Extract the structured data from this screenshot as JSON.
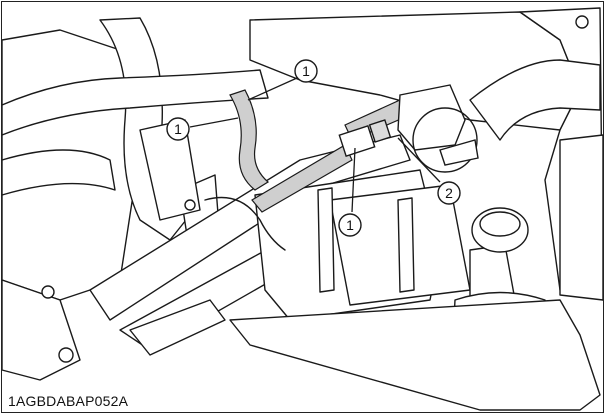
{
  "figure": {
    "code": "1AGBDABAP052A",
    "callouts": [
      {
        "id": "callout-1-top",
        "label": "1"
      },
      {
        "id": "callout-1-left",
        "label": "1"
      },
      {
        "id": "callout-1-bottom",
        "label": "1"
      },
      {
        "id": "callout-2",
        "label": "2"
      }
    ]
  },
  "colors": {
    "line": "#1a1a1a",
    "fill": "#ffffff",
    "harness": "#bdbdbd",
    "background": "#ffffff"
  }
}
